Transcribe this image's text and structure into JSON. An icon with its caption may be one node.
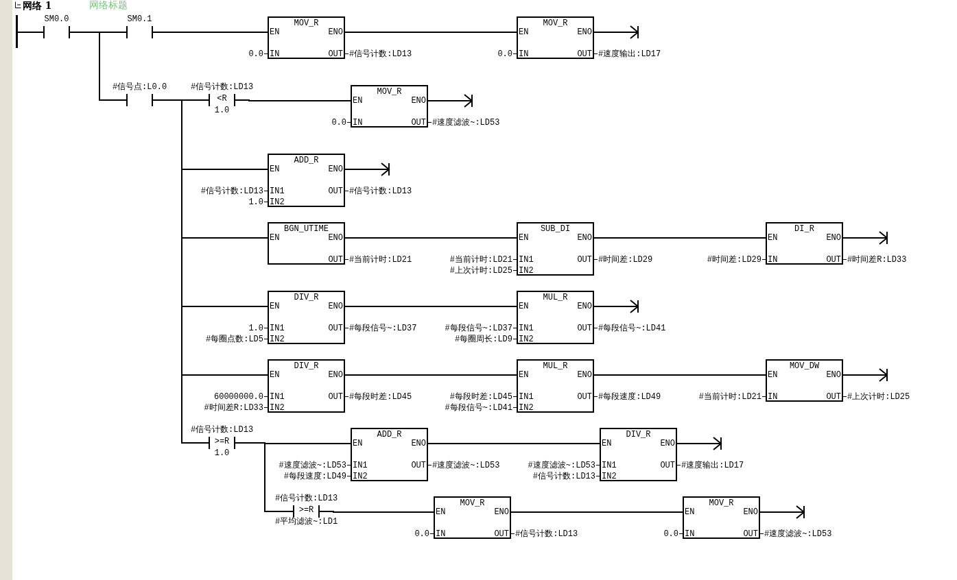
{
  "diagram": {
    "title": "网络 1",
    "nodes": [
      {
        "text": [],
        "shape": "bar"
      },
      {
        "text": [
          "SM0.0"
        ]
      },
      {
        "text": [
          "SM0.1"
        ]
      },
      {
        "text": [
          "MOV_R",
          "EN",
          "ENO",
          "IN",
          "OUT"
        ],
        "beside": [
          "0.0",
          "#信号计数:LD13"
        ]
      },
      {
        "text": [
          "MOV_R",
          "EN",
          "ENO",
          "IN",
          "OUT"
        ],
        "beside": [
          "0.0",
          "#速度输出:LD17"
        ]
      },
      {
        "text": [
          "#信号点:L0.0"
        ]
      },
      {
        "text": [
          "#信号计数:LD13",
          "<R",
          "1.0"
        ]
      },
      {
        "text": [
          "MOV_R",
          "EN",
          "ENO",
          "IN",
          "OUT"
        ],
        "beside": [
          "0.0",
          "#速度滤波~:LD53"
        ]
      },
      {
        "text": [
          "ADD_R",
          "EN",
          "ENO",
          "IN1",
          "IN2",
          "OUT"
        ],
        "beside": [
          "#信号计数:LD13",
          "1.0",
          "#信号计数:LD13"
        ]
      },
      {
        "text": [
          "BGN_UTIME",
          "EN",
          "ENO",
          "OUT"
        ],
        "beside": [
          "#当前计时:LD21"
        ]
      },
      {
        "text": [
          "SUB_DI",
          "EN",
          "ENO",
          "IN1",
          "IN2",
          "OUT"
        ],
        "beside": [
          "#当前计时:LD21",
          "#上次计时:LD25",
          "#时间差:LD29"
        ]
      },
      {
        "text": [
          "DI_R",
          "EN",
          "ENO",
          "IN",
          "OUT"
        ],
        "beside": [
          "#时间差:LD29",
          "#时间差R:LD33"
        ]
      },
      {
        "text": [
          "DIV_R",
          "EN",
          "ENO",
          "IN1",
          "IN2",
          "OUT"
        ],
        "beside": [
          "1.0",
          "#每圈点数:LD5",
          "#每段信号~:LD37"
        ]
      },
      {
        "text": [
          "MUL_R",
          "EN",
          "ENO",
          "IN1",
          "IN2",
          "OUT"
        ],
        "beside": [
          "#每段信号~:LD37",
          "#每圈周长:LD9",
          "#每段信号~:LD41"
        ]
      },
      {
        "text": [
          "DIV_R",
          "EN",
          "ENO",
          "IN1",
          "IN2",
          "OUT"
        ],
        "beside": [
          "60000000.0",
          "#时间差R:LD33",
          "#每段时差:LD45"
        ]
      },
      {
        "text": [
          "MUL_R",
          "EN",
          "ENO",
          "IN1",
          "IN2",
          "OUT"
        ],
        "beside": [
          "#每段时差:LD45",
          "#每段信号~:LD41",
          "#每段速度:LD49"
        ]
      },
      {
        "text": [
          "MOV_DW",
          "EN",
          "ENO",
          "IN",
          "OUT"
        ],
        "beside": [
          "#当前计时:LD21",
          "#上次计时:LD25"
        ]
      },
      {
        "text": [
          "#信号计数:LD13",
          ">=R",
          "1.0"
        ]
      },
      {
        "text": [
          "ADD_R",
          "EN",
          "ENO",
          "IN1",
          "IN2",
          "OUT"
        ],
        "beside": [
          "#速度滤波~:LD53",
          "#每段速度:LD49",
          "#速度滤波~:LD53"
        ]
      },
      {
        "text": [
          "DIV_R",
          "EN",
          "ENO",
          "IN1",
          "IN2",
          "OUT"
        ],
        "beside": [
          "#速度滤波~:LD53",
          "#信号计数:LD13",
          "#速度输出:LD17"
        ]
      },
      {
        "text": [
          "#信号计数:LD13",
          ">=R",
          "#平均滤波~:LD1"
        ]
      },
      {
        "text": [
          "MOV_R",
          "EN",
          "ENO",
          "IN",
          "OUT"
        ],
        "beside": [
          "0.0",
          "#信号计数:LD13"
        ]
      },
      {
        "text": [
          "MOV_R",
          "EN",
          "ENO",
          "IN",
          "OUT"
        ],
        "beside": [
          "0.0",
          "#速度滤波~:LD53"
        ]
      }
    ],
    "edges": [
      {
        "from": 0,
        "to": 1,
        "arrow": "none"
      },
      {
        "from": 1,
        "to": 2,
        "arrow": "none"
      },
      {
        "from": 2,
        "to": 3,
        "arrow": "none"
      },
      {
        "from": 3,
        "to": 4,
        "arrow": "none"
      },
      {
        "from": 4,
        "to": null,
        "arrow": "to"
      },
      {
        "from": 1,
        "to": 5,
        "arrow": "none"
      },
      {
        "from": 5,
        "to": 6,
        "arrow": "none"
      },
      {
        "from": 6,
        "to": 7,
        "arrow": "none"
      },
      {
        "from": 7,
        "to": null,
        "arrow": "to"
      },
      {
        "from": 5,
        "to": 8,
        "arrow": "none"
      },
      {
        "from": 8,
        "to": null,
        "arrow": "to"
      },
      {
        "from": 5,
        "to": 9,
        "arrow": "none"
      },
      {
        "from": 9,
        "to": 10,
        "arrow": "none"
      },
      {
        "from": 10,
        "to": 11,
        "arrow": "none"
      },
      {
        "from": 11,
        "to": null,
        "arrow": "to"
      },
      {
        "from": 5,
        "to": 12,
        "arrow": "none"
      },
      {
        "from": 12,
        "to": 13,
        "arrow": "none"
      },
      {
        "from": 13,
        "to": null,
        "arrow": "to"
      },
      {
        "from": 5,
        "to": 14,
        "arrow": "none"
      },
      {
        "from": 14,
        "to": 15,
        "arrow": "none"
      },
      {
        "from": 15,
        "to": 16,
        "arrow": "none"
      },
      {
        "from": 16,
        "to": null,
        "arrow": "to"
      },
      {
        "from": 5,
        "to": 17,
        "arrow": "none"
      },
      {
        "from": 17,
        "to": 18,
        "arrow": "none"
      },
      {
        "from": 18,
        "to": 19,
        "arrow": "none"
      },
      {
        "from": 19,
        "to": null,
        "arrow": "to"
      },
      {
        "from": 17,
        "to": 20,
        "arrow": "none"
      },
      {
        "from": 20,
        "to": 21,
        "arrow": "none"
      },
      {
        "from": 21,
        "to": 22,
        "arrow": "none"
      },
      {
        "from": 22,
        "to": null,
        "arrow": "to"
      }
    ],
    "labels": [
      "网络标题"
    ]
  }
}
